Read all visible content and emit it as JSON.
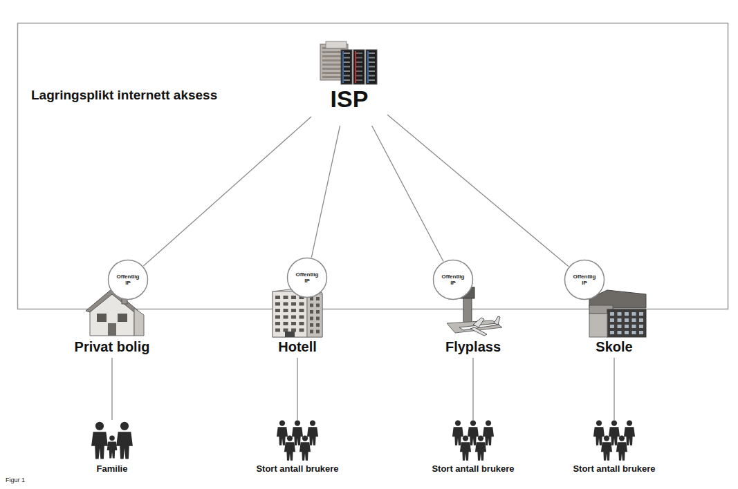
{
  "diagram": {
    "title": "Lagringsplikt internett aksess",
    "caption": "Figur 1",
    "nodes": [
      {
        "text": [
          "ISP"
        ]
      },
      {
        "text": [
          "Offentlig IP"
        ]
      },
      {
        "text": [
          "Offentlig IP"
        ]
      },
      {
        "text": [
          "Offentlig IP"
        ]
      },
      {
        "text": [
          "Offentlig IP"
        ]
      },
      {
        "text": [
          "Privat bolig"
        ]
      },
      {
        "text": [
          "Hotell"
        ]
      },
      {
        "text": [
          "Flyplass"
        ]
      },
      {
        "text": [
          "Skole"
        ]
      },
      {
        "text": [
          "Familie"
        ]
      },
      {
        "text": [
          "Stort antall brukere"
        ]
      },
      {
        "text": [
          "Stort antall brukere"
        ]
      },
      {
        "text": [
          "Stort antall brukere"
        ]
      }
    ],
    "edges": [
      {
        "from": 0,
        "to": 1,
        "arrow": "none"
      },
      {
        "from": 0,
        "to": 2,
        "arrow": "none"
      },
      {
        "from": 0,
        "to": 3,
        "arrow": "none"
      },
      {
        "from": 0,
        "to": 4,
        "arrow": "none"
      },
      {
        "from": 5,
        "to": 9,
        "arrow": "none"
      },
      {
        "from": 6,
        "to": 10,
        "arrow": "none"
      },
      {
        "from": 7,
        "to": 11,
        "arrow": "none"
      },
      {
        "from": 8,
        "to": 12,
        "arrow": "none"
      }
    ]
  }
}
